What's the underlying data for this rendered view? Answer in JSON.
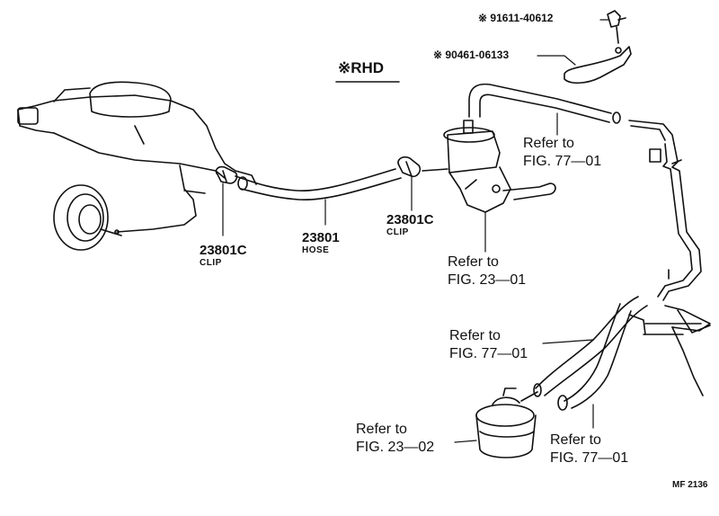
{
  "header": {
    "rhd_mark": "※",
    "rhd_label": "RHD"
  },
  "parts": {
    "p91611": {
      "mark": "※",
      "number": "91611-40612"
    },
    "p90461": {
      "mark": "※",
      "number": "90461-06133"
    },
    "clip_left": {
      "number": "23801C",
      "desc": "CLIP"
    },
    "hose": {
      "number": "23801",
      "desc": "HOSE"
    },
    "clip_mid": {
      "number": "23801C",
      "desc": "CLIP"
    }
  },
  "refs": {
    "fig77_top": {
      "line1": "Refer to",
      "line2": "FIG. 77—01"
    },
    "fig23_01": {
      "line1": "Refer to",
      "line2": "FIG. 23—01"
    },
    "fig77_mid": {
      "line1": "Refer to",
      "line2": "FIG. 77—01"
    },
    "fig23_02": {
      "line1": "Refer to",
      "line2": "FIG. 23—02"
    },
    "fig77_bot": {
      "line1": "Refer to",
      "line2": "FIG. 77—01"
    }
  },
  "footer": {
    "code": "MF 2136"
  }
}
